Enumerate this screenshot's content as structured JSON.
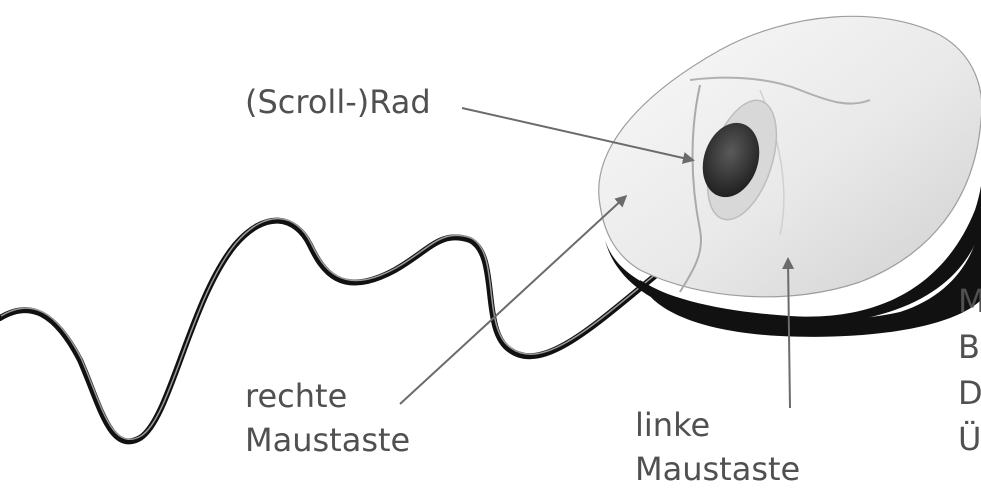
{
  "labels": {
    "wheel": "(Scroll-)Rad",
    "right_button": [
      "rechte",
      "Maustaste"
    ],
    "left_button": [
      "linke",
      "Maustaste"
    ]
  },
  "cutoff_text_lines": [
    "M",
    "B",
    "D",
    "Ü"
  ],
  "colors": {
    "text": "#505050",
    "arrow": "#6b6b6b",
    "cable": "#111111",
    "mouse_body_light": "#f2f2f2",
    "mouse_body_dark": "#111111",
    "scroll_wheel": "#3a3a3a"
  }
}
